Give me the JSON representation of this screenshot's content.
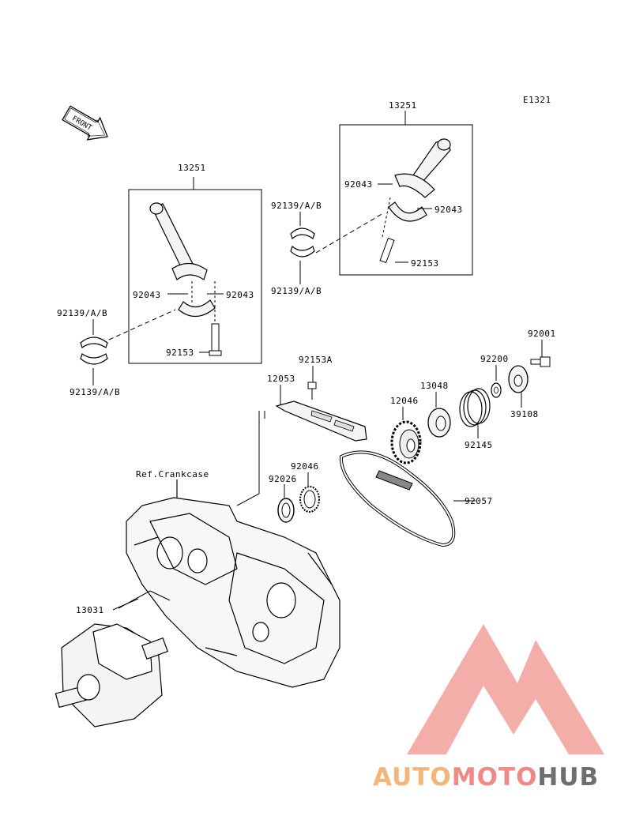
{
  "diagram_code": "E1321",
  "front_label": "FRONT",
  "reference": "Ref.Crankcase",
  "labels": {
    "rod_right": "13251",
    "rod_left": "13251",
    "bearing_right_upper": "92139/A/B",
    "bearing_right_lower": "92139/A/B",
    "bearing_left_upper": "92139/A/B",
    "bearing_left_lower": "92139/A/B",
    "pin_right_a": "92043",
    "pin_right_b": "92043",
    "pin_left_a": "92043",
    "pin_left_b": "92043",
    "bolt_right": "92153",
    "bolt_left": "92153",
    "bolt_guide": "92153A",
    "chain_guide": "12053",
    "washer": "92001",
    "shim": "92200",
    "hub": "13048",
    "spring": "92145",
    "gear": "12046",
    "plate": "39108",
    "seal_ring": "92046",
    "oil_seal": "92026",
    "chain": "92057",
    "crankshaft": "13031"
  },
  "watermark": {
    "part1": "AUTO",
    "part2": "MOTO",
    "part3": "HUB",
    "color1": "#f3b57a",
    "color2": "#ef8a86",
    "color3": "#6e6e6e",
    "logo_color": "#f08d8a"
  }
}
